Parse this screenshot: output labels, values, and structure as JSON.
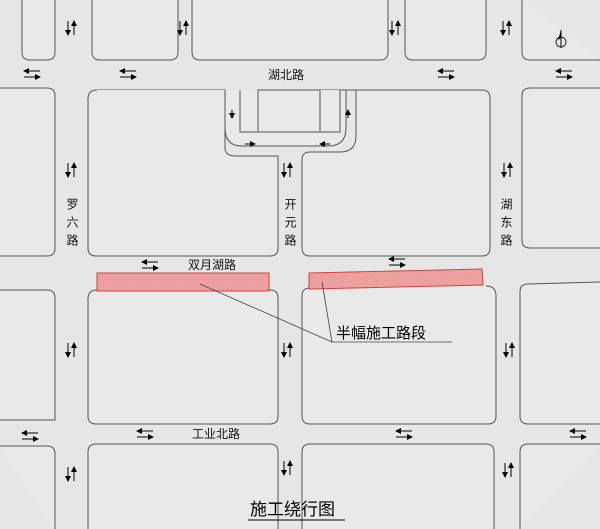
{
  "map": {
    "title": "施工绕行图",
    "construction_label": "半幅施工路段",
    "construction_color": "#f2a7a7",
    "roads": {
      "hubei": "湖北路",
      "shuangyuehu": "双月湖路",
      "gongyebei": "工业北路",
      "luoliu": "罗六路",
      "kaiyuan": "开元路",
      "hudong": "湖东路"
    },
    "icons": {
      "north": "north-arrow-icon",
      "arrow": "traffic-direction-arrow-icon"
    }
  }
}
